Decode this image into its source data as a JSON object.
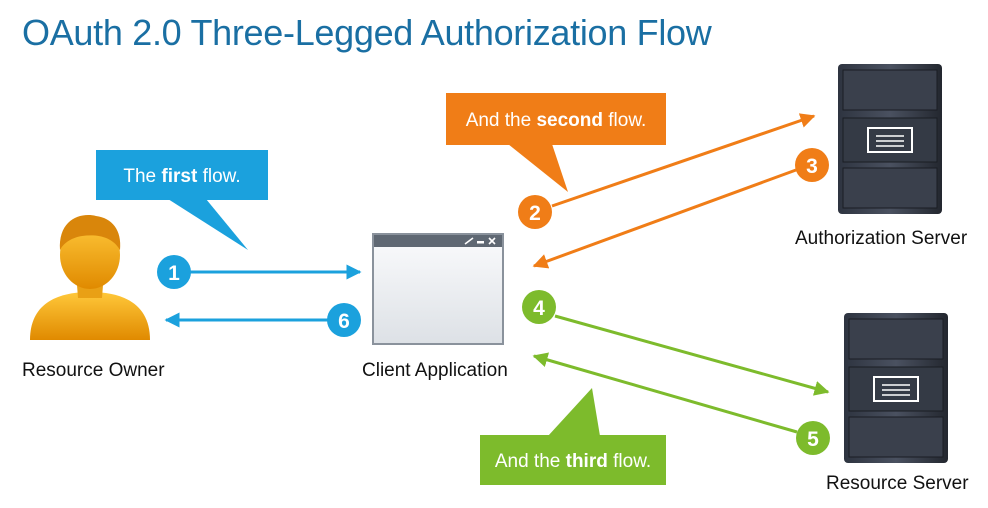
{
  "title": "OAuth 2.0 Three-Legged Authorization Flow",
  "colors": {
    "title": "#1a6fa3",
    "first_flow": "#1ba1dd",
    "second_flow": "#f07d17",
    "third_flow": "#7dbb2c"
  },
  "nodes": {
    "resource_owner": {
      "label": "Resource Owner",
      "icon": "user-icon"
    },
    "client_application": {
      "label": "Client Application",
      "icon": "browser-window-icon"
    },
    "authorization_server": {
      "label": "Authorization Server",
      "icon": "server-icon"
    },
    "resource_server": {
      "label": "Resource Server",
      "icon": "server-icon"
    }
  },
  "callouts": {
    "first": {
      "prefix": "The ",
      "emphasis": "first",
      "suffix": " flow."
    },
    "second": {
      "prefix": "And the ",
      "emphasis": "second",
      "suffix": " flow."
    },
    "third": {
      "prefix": "And the ",
      "emphasis": "third",
      "suffix": " flow."
    }
  },
  "steps": [
    "1",
    "2",
    "3",
    "4",
    "5",
    "6"
  ]
}
